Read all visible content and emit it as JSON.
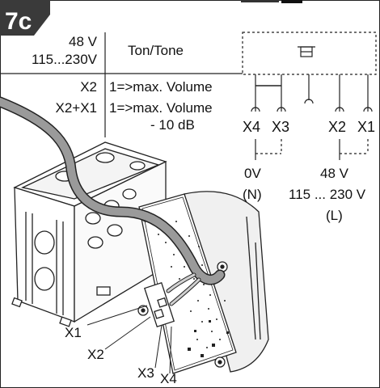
{
  "badge": "7c",
  "table": {
    "voltage_dc": "48 V",
    "voltage_ac": "115...230V",
    "tone_header": "Ton/Tone",
    "rows": [
      {
        "terminals": "X2",
        "setting": "1=>max. Volume"
      },
      {
        "terminals": "X2+X1",
        "setting": "1=>max. Volume",
        "setting_cont": "- 10 dB"
      }
    ]
  },
  "wiring": {
    "terminals": [
      "X4",
      "X3",
      "X2",
      "X1"
    ],
    "left_supply": {
      "voltage": "0V",
      "conductor": "(N)"
    },
    "right_supply": {
      "voltage": "48 V",
      "range": "115 ... 230 V",
      "conductor": "(L)"
    }
  },
  "callouts": [
    "X1",
    "X2",
    "X3",
    "X4"
  ]
}
